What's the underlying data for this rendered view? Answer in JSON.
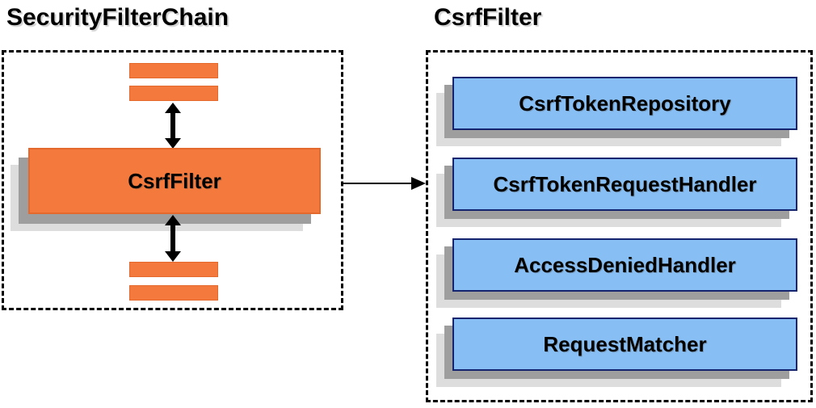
{
  "diagram": {
    "left": {
      "title": "SecurityFilterChain",
      "filter_node_label": "CsrfFilter"
    },
    "right": {
      "title": "CsrfFilter",
      "components": [
        {
          "label": "CsrfTokenRepository"
        },
        {
          "label": "CsrfTokenRequestHandler"
        },
        {
          "label": "AccessDeniedHandler"
        },
        {
          "label": "RequestMatcher"
        }
      ]
    }
  },
  "colors": {
    "orange": "#f4793c",
    "orange-border": "#e4692c",
    "blue": "#87bef3",
    "blue-border": "#15246e",
    "shadow-dark": "#9e9e9e",
    "shadow-light": "#dddddd",
    "line": "#000000"
  }
}
